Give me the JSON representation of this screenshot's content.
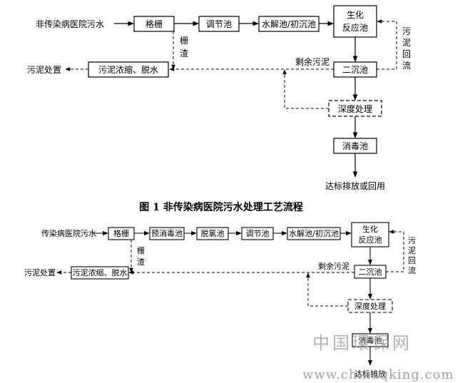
{
  "diagram1": {
    "source_label": "非传染病医院污水",
    "box_grille": "格栅",
    "box_equalization": "调节池",
    "box_hydrolysis": "水解池/初沉池",
    "box_bio_line1": "生化",
    "box_bio_line2": "反应池",
    "box_secondary": "二沉池",
    "box_advanced": "深度处理",
    "box_disinfection": "消毒池",
    "box_sludge": "污泥浓缩、脱水",
    "label_sludge_disposal": "污泥处置",
    "label_residue": [
      "栅",
      "渣"
    ],
    "label_excess_sludge": "剩余污泥",
    "label_return_sludge": [
      "污",
      "泥",
      "回",
      "流"
    ],
    "label_output": "达标排放或回用"
  },
  "caption1": "图 1  非传染病医院污水处理工艺流程",
  "diagram2": {
    "source_label": "传染病医院污水",
    "box_grille": "格栅",
    "box_predisinfection": "预消毒池",
    "box_dechlorination": "脱氯池",
    "box_equalization": "调节池",
    "box_hydrolysis": "水解池/初沉池",
    "box_bio_line1": "生化",
    "box_bio_line2": "反应池",
    "box_secondary": "二沉池",
    "box_advanced": "深度处理",
    "box_disinfection": "消毒池",
    "box_sludge": "污泥浓缩、脱水",
    "label_sludge_disposal": "污泥处置",
    "label_residue": [
      "栅",
      "渣"
    ],
    "label_excess_sludge": "剩余污泥",
    "label_return_sludge": [
      "污",
      "泥",
      "回",
      "流"
    ],
    "label_output": "达标排放"
  },
  "watermark": {
    "cn": "中国環保网",
    "url": "www.chinaqking.com"
  }
}
